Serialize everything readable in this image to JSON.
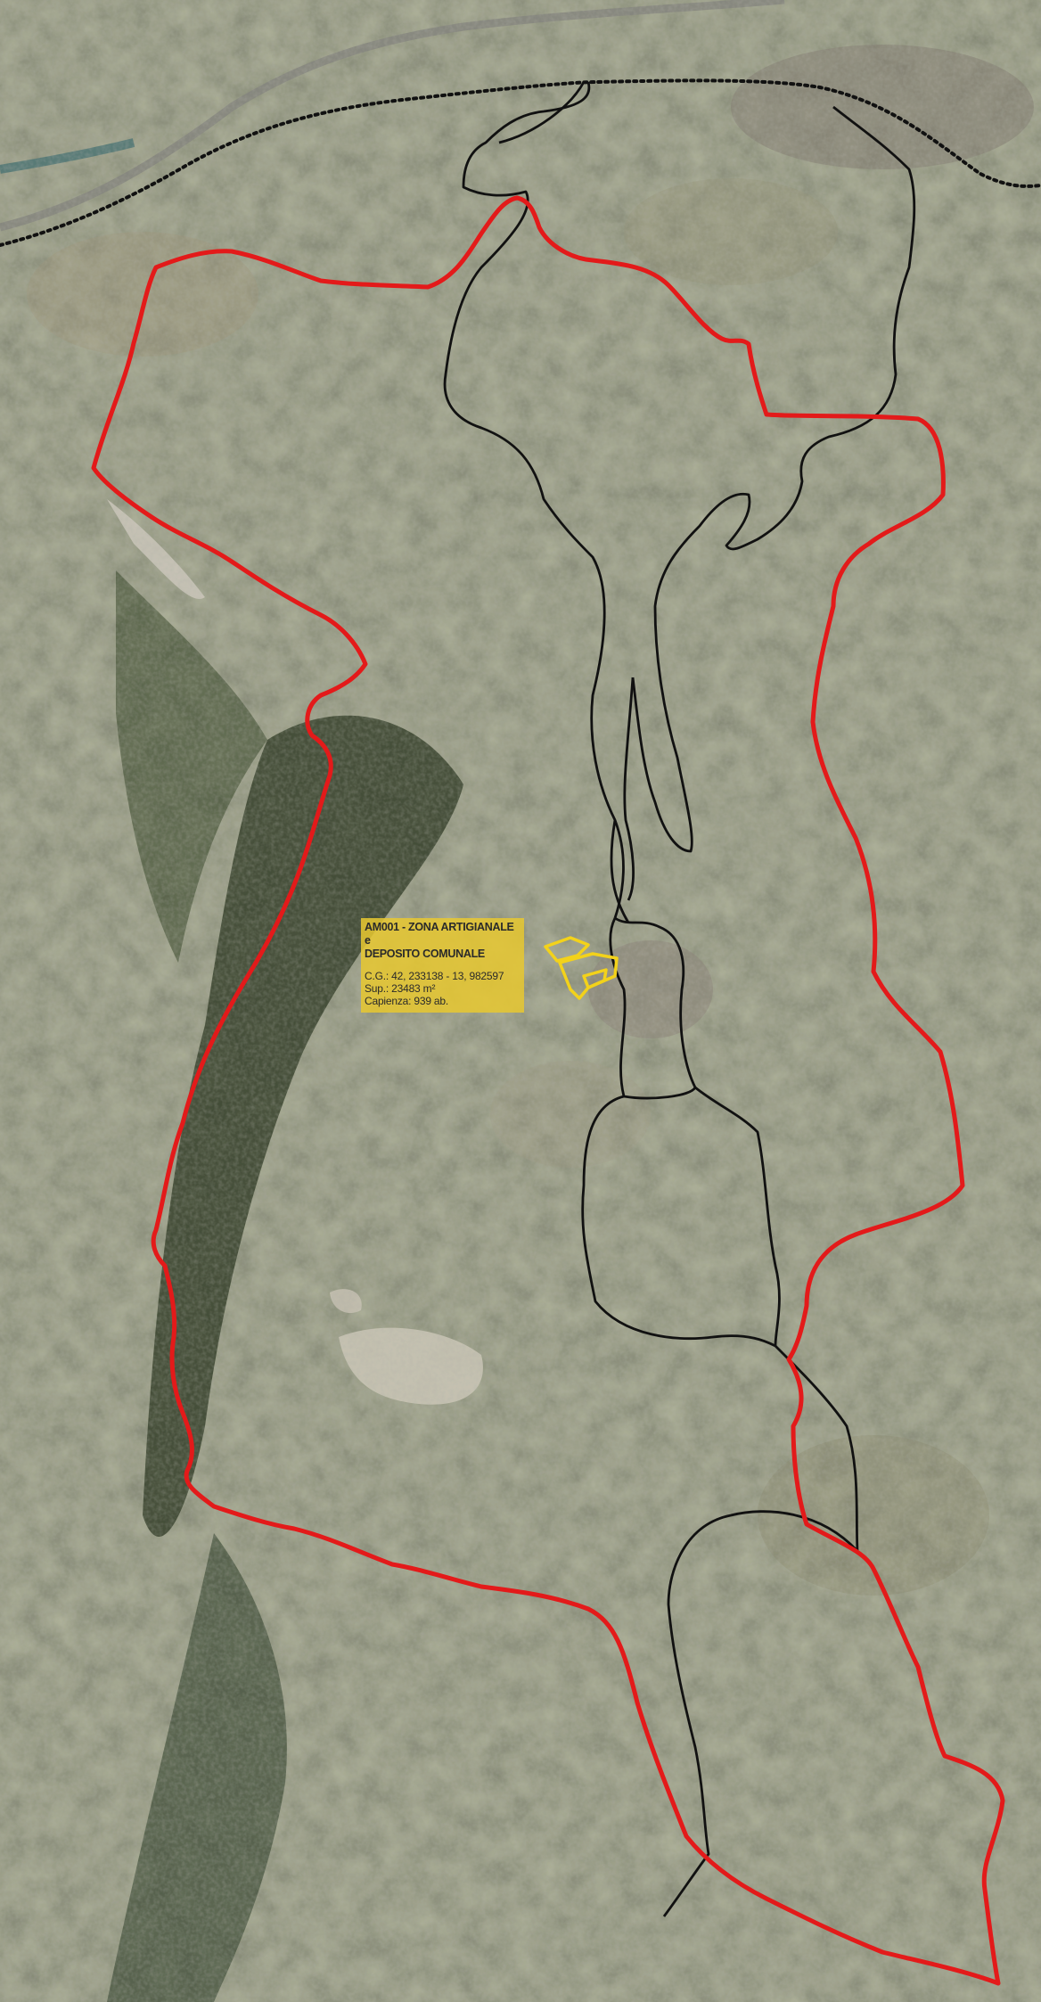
{
  "site_label": {
    "title_line1": "AM001 - ZONA ARTIGIANALE e",
    "title_line2": "DEPOSITO COMUNALE",
    "coords": "C.G.: 42, 233138 - 13, 982597",
    "area": "Sup.: 23483 m²",
    "capacity": "Capienza: 939 ab."
  },
  "colors": {
    "municipal_boundary": "#e31a1a",
    "route_line": "#111111",
    "railway": "#111111",
    "site_polygon": "#f3d21a",
    "label_background": "#e8c830"
  },
  "layers": [
    "aerial-imagery",
    "municipal-boundary",
    "route-line",
    "railway-line",
    "site-polygon",
    "site-label"
  ]
}
